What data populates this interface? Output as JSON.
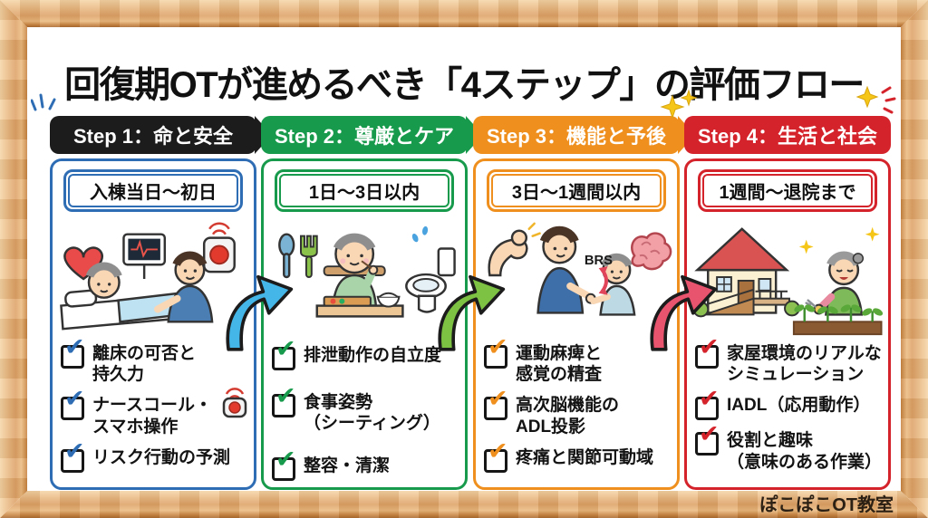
{
  "title": "回復期OTが進めるべき「4ステップ」の評価フロー",
  "credit": "ぽこぽこOT教室",
  "frame_color": "#e8b67f",
  "decorations": {
    "sparkle_color": "#f5c518",
    "accent_lines_blue": "#2e6db4",
    "accent_lines_red": "#d5232b"
  },
  "arrows": [
    {
      "name": "arrow-step1-to-step2",
      "color": "#45b6e8"
    },
    {
      "name": "arrow-step2-to-step3",
      "color": "#7dc242"
    },
    {
      "name": "arrow-step3-to-step4",
      "color": "#e8536e"
    }
  ],
  "steps": [
    {
      "header": "Step 1：命と安全",
      "timeframe": "入棟当日〜初日",
      "colors": {
        "accent": "#1c1c1c",
        "border": "#2e6db4",
        "check": "#2e6db4"
      },
      "icons": [
        "heart-icon",
        "vital-monitor-icon",
        "nurse-call-button-icon",
        "patient-in-bed",
        "therapist"
      ],
      "items": [
        {
          "lines": [
            "離床の可否と",
            "持久力"
          ]
        },
        {
          "lines": [
            "ナースコール・",
            "スマホ操作"
          ],
          "icon": "nurse-call-button-icon"
        },
        {
          "lines": [
            "リスク行動の予測"
          ]
        }
      ]
    },
    {
      "header": "Step 2：尊厳とケア",
      "timeframe": "1日〜3日以内",
      "colors": {
        "accent": "#179a4b",
        "border": "#179a4b",
        "check": "#179a4b"
      },
      "icons": [
        "spoon-icon",
        "fork-icon",
        "eating-senior",
        "toilet-icon"
      ],
      "items": [
        {
          "lines": [
            "排泄動作の自立度"
          ]
        },
        {
          "lines": [
            "食事姿勢",
            "（シーティング）"
          ]
        },
        {
          "lines": [
            "整容・清潔"
          ]
        }
      ]
    },
    {
      "header": "Step 3：機能と予後",
      "timeframe": "3日〜1週間以内",
      "colors": {
        "accent": "#ef8f1d",
        "border": "#ef8f1d",
        "check": "#ef8f1d"
      },
      "brs_label": "BRS",
      "icons": [
        "muscle-arm-icon",
        "therapist-assessing-patient",
        "brain-icon"
      ],
      "items": [
        {
          "lines": [
            "運動麻痺と",
            "感覚の精査"
          ]
        },
        {
          "lines": [
            "高次脳機能の",
            "ADL投影"
          ]
        },
        {
          "lines": [
            "疼痛と関節可動域"
          ]
        }
      ]
    },
    {
      "header": "Step 4：生活と社会",
      "timeframe": "1週間〜退院まで",
      "colors": {
        "accent": "#d5232b",
        "border": "#d5232b",
        "check": "#d5232b"
      },
      "icons": [
        "house-with-ramp-icon",
        "gardening-senior",
        "seedlings-icon",
        "sparkle-icon"
      ],
      "items": [
        {
          "lines": [
            "家屋環境のリアルな",
            "シミュレーション"
          ]
        },
        {
          "lines": [
            "IADL（応用動作）"
          ]
        },
        {
          "lines": [
            "役割と趣味",
            "（意味のある作業）"
          ]
        }
      ]
    }
  ]
}
